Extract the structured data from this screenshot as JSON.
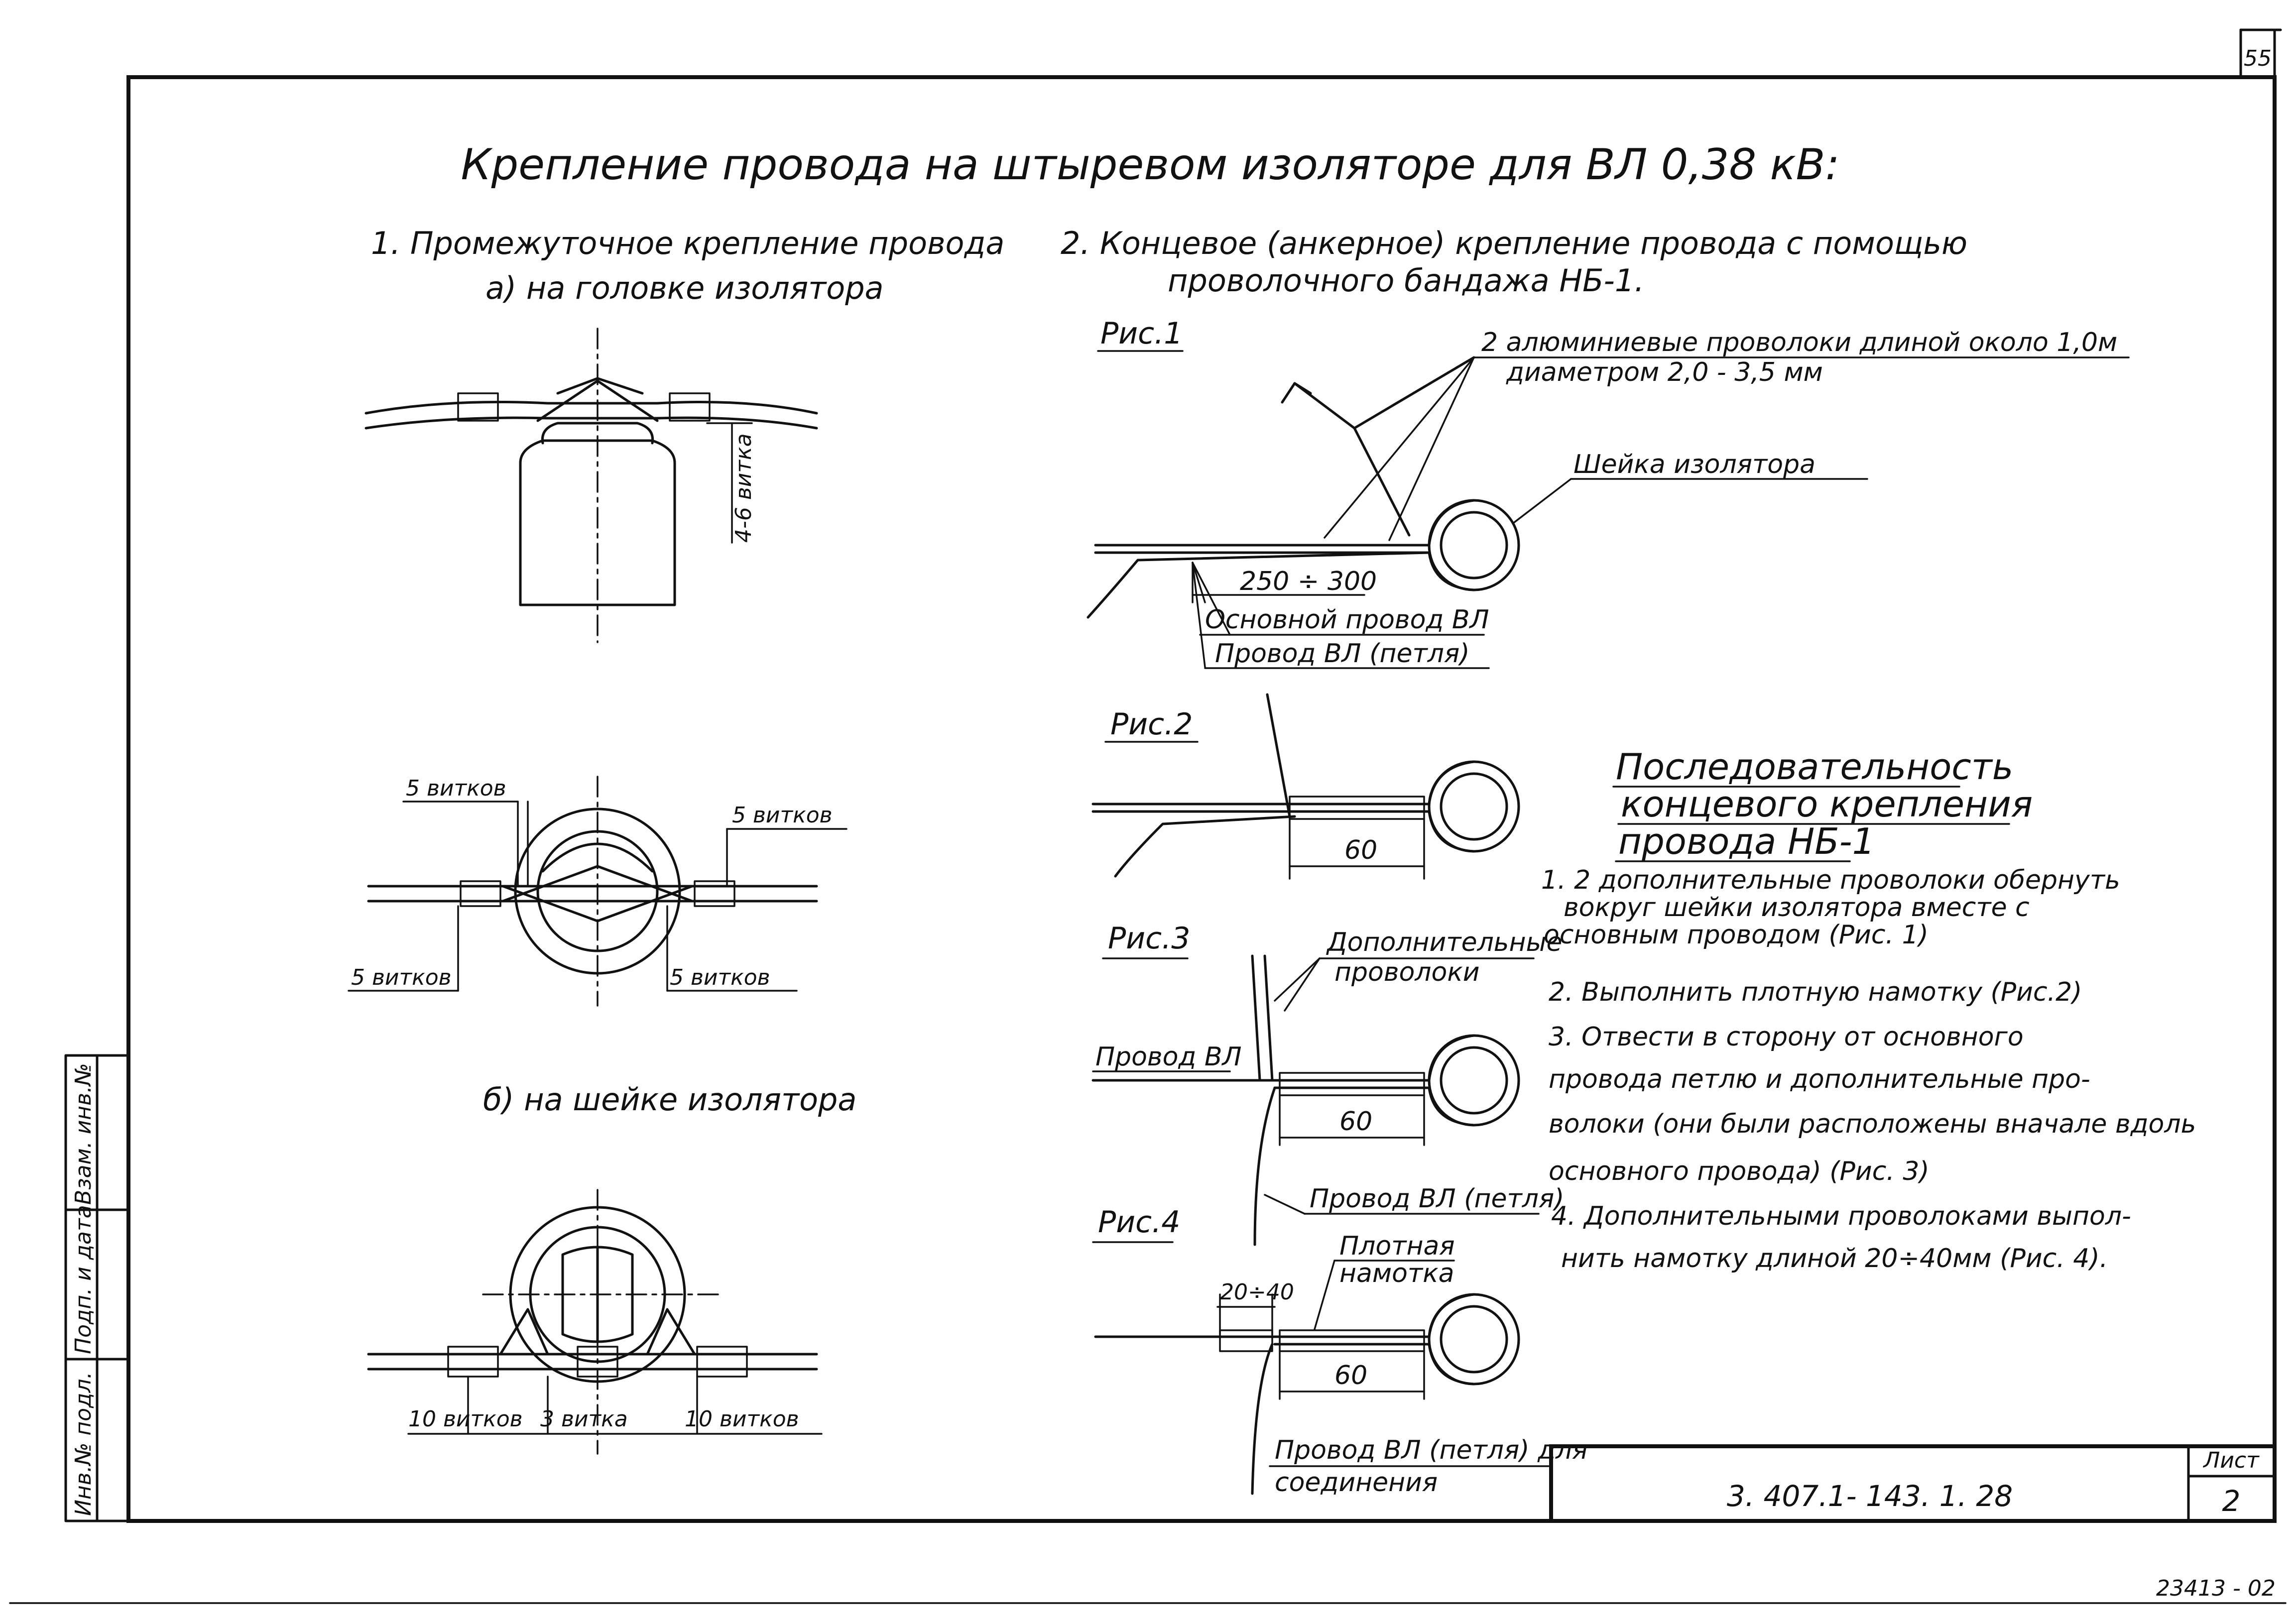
{
  "page_number": "55",
  "title": "Крепление провода на штыревом изоляторе для ВЛ 0,38 кВ:",
  "section1": {
    "heading": "1. Промежуточное крепление провода",
    "sub_a": "а) на головке изолятора",
    "label_turns_head": "4-6 витка",
    "top_left": "5 витков",
    "top_right": "5 витков",
    "bottom_left": "5 витков",
    "bottom_right": "5 витков",
    "sub_b": "б) на шейке изолятора",
    "neck_left": "10 витков",
    "neck_mid": "3 витка",
    "neck_right": "10 витков"
  },
  "section2": {
    "heading_line1": "2. Концевое (анкерное) крепление провода с помощью",
    "heading_line2": "проволочного бандажа НБ-1.",
    "fig1": {
      "label": "Рис.1",
      "wires_line1": "2 алюминиевые проволоки длиной около 1,0м",
      "wires_line2": "диаметром 2,0 - 3,5 мм",
      "neck": "Шейка изолятора",
      "dim": "250 ÷ 300",
      "main_wire": "Основной провод ВЛ",
      "loop_wire": "Провод ВЛ (петля)"
    },
    "fig2": {
      "label": "Рис.2",
      "dim": "60"
    },
    "fig3": {
      "label": "Рис.3",
      "extra_line1": "Дополнительные",
      "extra_line2": "проволоки",
      "wire": "Провод ВЛ",
      "dim": "60",
      "loop": "Провод ВЛ (петля)"
    },
    "fig4": {
      "label": "Рис.4",
      "dense_line1": "Плотная",
      "dense_line2": "намотка",
      "dim_small": "20÷40",
      "dim": "60",
      "join_line1": "Провод ВЛ (петля) для",
      "join_line2": "соединения"
    }
  },
  "sequence": {
    "heading_line1": "Последовательность",
    "heading_line2": "концевого крепления",
    "heading_line3": "провода НБ-1",
    "step1_line1": "1.  2 дополнительные проволоки обернуть",
    "step1_line2": "вокруг шейки изолятора вместе с",
    "step1_line3": "основным проводом (Рис. 1)",
    "step2": "2. Выполнить плотную намотку (Рис.2)",
    "step3_line1": "3. Отвести в сторону от основного",
    "step3_line2": "провода петлю и дополнительные про-",
    "step3_line3": "волоки (они были расположены вначале вдоль",
    "step3_line4": "основного провода) (Рис. 3)",
    "step4_line1": "4. Дополнительными проволоками выпол-",
    "step4_line2": "нить намотку длиной 20÷40мм (Рис. 4)."
  },
  "stamp": {
    "code": "3. 407.1- 143. 1. 28",
    "sheet_label": "Лист",
    "sheet_number": "2"
  },
  "side_strip": {
    "inv_podl": "Инв.№ подл.",
    "podp_data": "Подп. и дата",
    "vzam_inv": "Взам. инв.№"
  },
  "footer_code": "23413 - 02"
}
